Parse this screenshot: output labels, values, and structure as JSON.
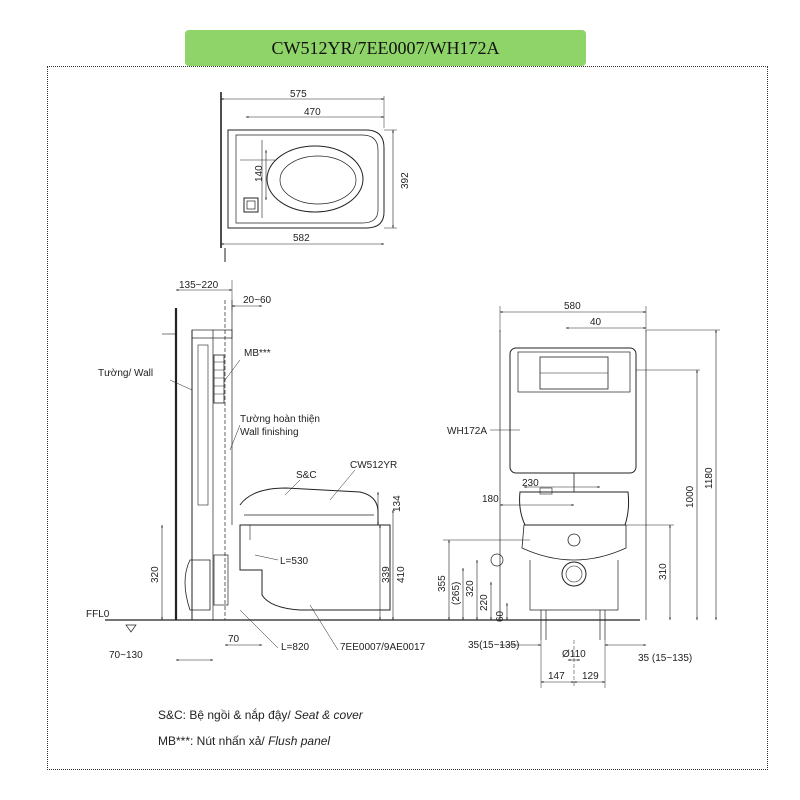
{
  "title": "CW512YR/7EE0007/WH172A",
  "top_view": {
    "dims": {
      "w575": "575",
      "w470": "470",
      "h392": "392",
      "w582": "582",
      "h140": "140"
    }
  },
  "side_view": {
    "dims": {
      "d135_220": "135~220",
      "d20_60": "20~60",
      "d134": "134",
      "d320": "320",
      "d339": "339",
      "d410": "410",
      "d70": "70",
      "d70_130": "70~130"
    },
    "labels": {
      "mb": "MB***",
      "wall": "Tường/ Wall",
      "wall_finish_vn": "Tường hoàn thiện",
      "wall_finish_en": "Wall finishing",
      "sc": "S&C",
      "model": "CW512YR",
      "l530": "L=530",
      "l820": "L=820",
      "ffl": "FFL0",
      "code": "7EE0007/9AE0017"
    }
  },
  "front_view": {
    "dims": {
      "d580": "580",
      "d40": "40",
      "d180": "180",
      "d230": "230",
      "d1180": "1180",
      "d1000": "1000",
      "d310": "310",
      "d355": "355",
      "d265": "(265)",
      "d320": "320",
      "d220": "220",
      "d60": "60",
      "d35l": "35(15~135)",
      "d110": "Ø110",
      "d35r": "35 (15~135)",
      "d147": "147",
      "d129": "129"
    },
    "labels": {
      "frame": "WH172A"
    }
  },
  "legend": {
    "sc_prefix": "S&C: Bệ ngồi & nắp đậy/ ",
    "sc_en": "Seat & cover",
    "mb_prefix": "MB***: Nút nhấn xả/ ",
    "mb_en": "Flush panel"
  }
}
